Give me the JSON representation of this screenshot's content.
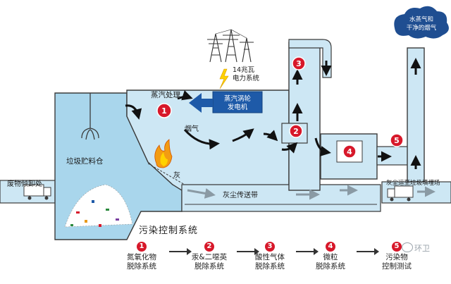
{
  "diagram": {
    "labels": {
      "waste_bin": "垃圾贮料仓",
      "unloading": "废物倾卸处",
      "steam_process": "蒸汽处理",
      "turbine_line1": "蒸汽涡轮",
      "turbine_line2": "发电机",
      "power_line1": "14兆瓦",
      "power_line2": "电力系统",
      "flue_gas": "烟气",
      "ash": "灰",
      "ash_conveyor": "灰尘传送带",
      "ash_landfill": "灰尘运至垃圾填埋场",
      "cloud_line1": "水蒸气和",
      "cloud_line2": "干净的烟气"
    },
    "markers": [
      "1",
      "2",
      "3",
      "4",
      "5"
    ],
    "colors": {
      "water": "#a9d6ec",
      "water_light": "#cde7f4",
      "outline": "#3b3b3b",
      "marker": "#d7182a",
      "turbine": "#1e5aa8",
      "cloud": "#1f4e91"
    }
  },
  "legend": {
    "title": "污染控制系统",
    "steps": [
      {
        "num": "1",
        "line1": "氮氧化物",
        "line2": "脱除系统"
      },
      {
        "num": "2",
        "line1": "汞&二噁英",
        "line2": "脱除系统"
      },
      {
        "num": "3",
        "line1": "酸性气体",
        "line2": "脱除系统"
      },
      {
        "num": "4",
        "line1": "微粒",
        "line2": "脱除系统"
      },
      {
        "num": "5",
        "line1": "污染物",
        "line2": "控制测试"
      }
    ],
    "watermark": "环卫"
  }
}
